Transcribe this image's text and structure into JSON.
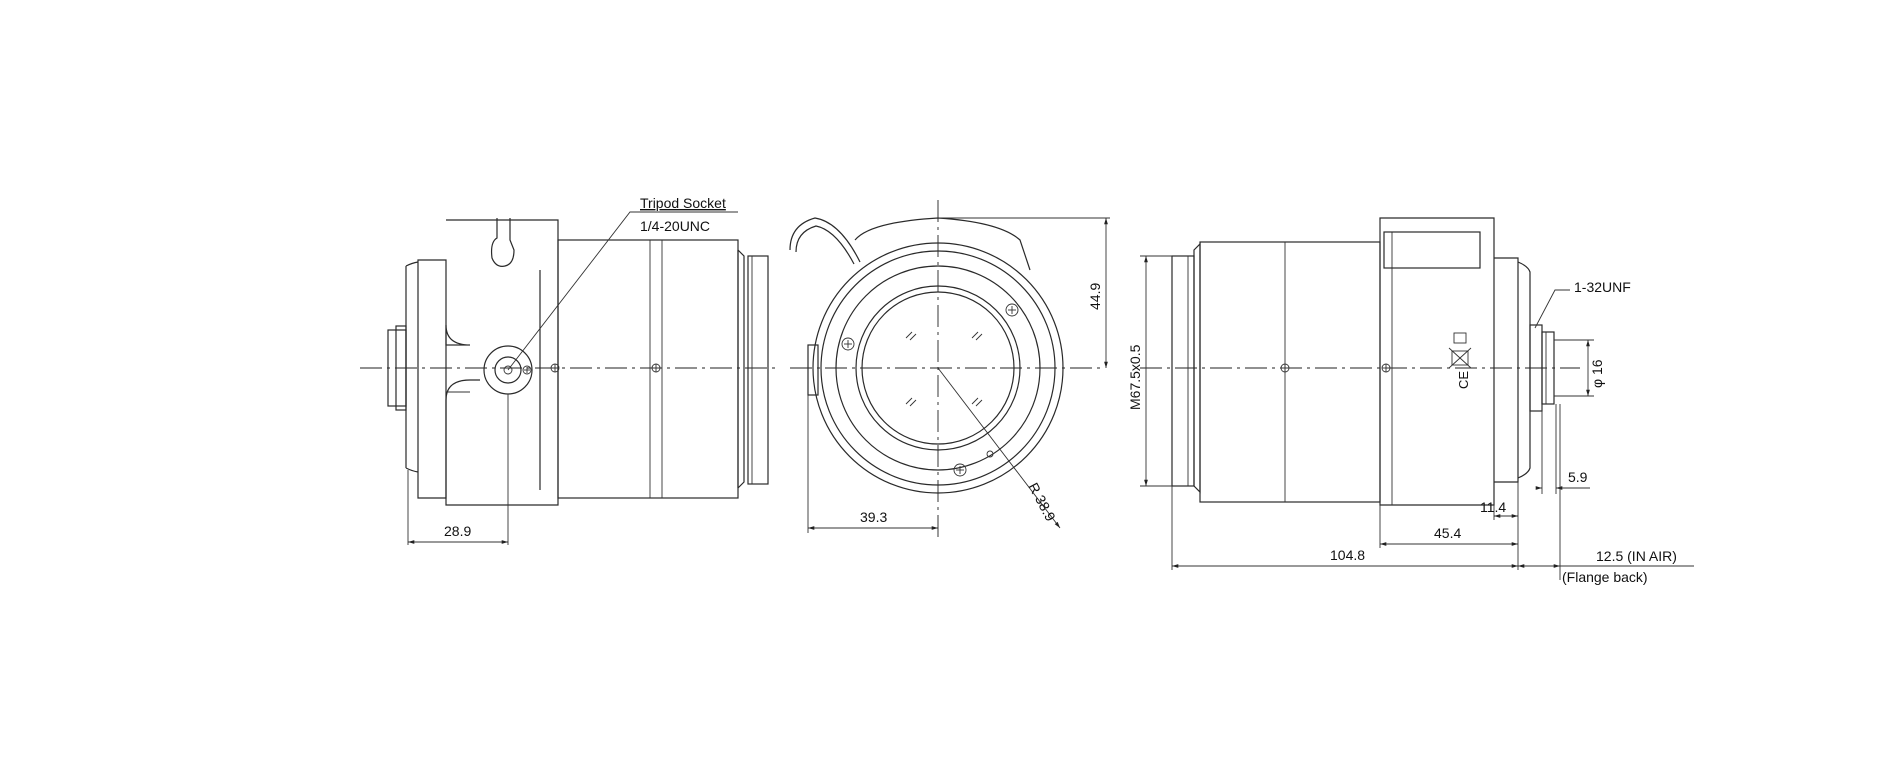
{
  "callouts": {
    "tripod_title": "Tripod Socket",
    "tripod_thread": "1/4-20UNC",
    "rear_thread": "1-32UNF"
  },
  "dimensions": {
    "side_tripod_offset": "28.9",
    "front_half_width": "39.3",
    "front_radius": "R 38.9",
    "front_height": "44.9",
    "filter_thread": "M67.5x0.5",
    "mount_diameter": "φ 16",
    "back_5_9": "5.9",
    "back_11_4": "11.4",
    "back_45_4": "45.4",
    "overall_length": "104.8",
    "flange_back": "12.5 (IN AIR)",
    "flange_back_note": "(Flange back)"
  },
  "marks": {
    "ce_mark": "CE",
    "weee_mark": "crossed-out-wheelie-bin"
  }
}
